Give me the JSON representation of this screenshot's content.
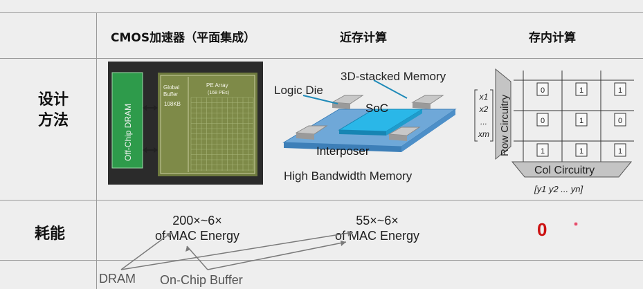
{
  "headers": {
    "col1": "CMOS加速器（平面集成）",
    "col2": "近存计算",
    "col3": "存内计算"
  },
  "rows": {
    "design": "设计\n方法",
    "energy": "耗能"
  },
  "cmos_figure": {
    "dram_label": "Off-Chip DRAM",
    "buffer_label": "Global\nBuffer",
    "buffer_size": "108KB",
    "pe_label": "PE Array",
    "pe_sub": "(168 PEs)"
  },
  "hbm_figure": {
    "stacked_label": "3D-stacked Memory",
    "logic_label": "Logic Die",
    "soc_label": "SoC",
    "interposer_label": "Interposer",
    "caption": "High Bandwidth Memory"
  },
  "pim_figure": {
    "row_label": "Row Circuitry",
    "col_label": "Col Circuitry",
    "inputs": [
      "x1",
      "x2",
      "...",
      "xm"
    ],
    "outputs": [
      "y1",
      "y2",
      "...",
      "yn"
    ],
    "cells": [
      [
        "0",
        "1",
        "1"
      ],
      [
        "0",
        "1",
        "0"
      ],
      [
        "1",
        "1",
        "1"
      ]
    ]
  },
  "energy": {
    "cmos_line1": "200×~6×",
    "cmos_line2": "of MAC Energy",
    "ndp_line1": "55×~6×",
    "ndp_line2": "of MAC Energy",
    "pim": "0"
  },
  "bottom_labels": {
    "dram": "DRAM",
    "buffer": "On-Chip Buffer"
  }
}
